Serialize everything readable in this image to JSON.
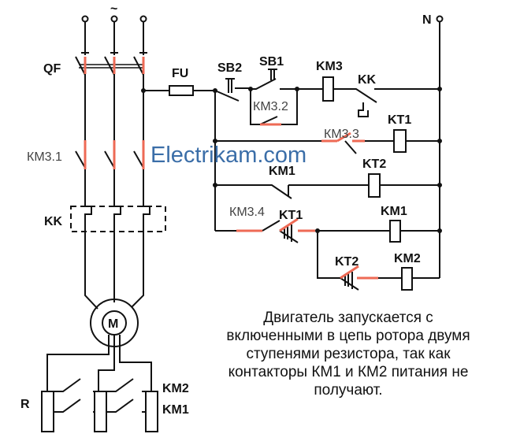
{
  "labels": {
    "ac": "~",
    "neutral": "N",
    "qf": "QF",
    "fu": "FU",
    "sb2": "SB2",
    "sb1": "SB1",
    "km3": "KM3",
    "kk_top": "KK",
    "km3_2": "КМ3.2",
    "km3_3": "КМ3.3",
    "kt1_coil": "KT1",
    "km3_1": "КМ3.1",
    "km1_contact": "KM1",
    "kt2_coil": "KT2",
    "km3_4": "КМ3.4",
    "kt1_contact": "KT1",
    "km1_coil": "KM1",
    "kt2_contact": "KT2",
    "km2_coil": "KM2",
    "kk_left": "KK",
    "motor": "M",
    "r": "R",
    "km2_rotor": "KM2",
    "km1_rotor": "KM1"
  },
  "watermark": "Electrikam.com",
  "note": "Двигатель запускается с включенными в цепь ротора двумя ступенями резистора, так как контакторы КМ1 и КМ2 питания не получают.",
  "colors": {
    "wire": "#111111",
    "energized": "#ee6a55",
    "watermark": "#3b6ea8"
  }
}
